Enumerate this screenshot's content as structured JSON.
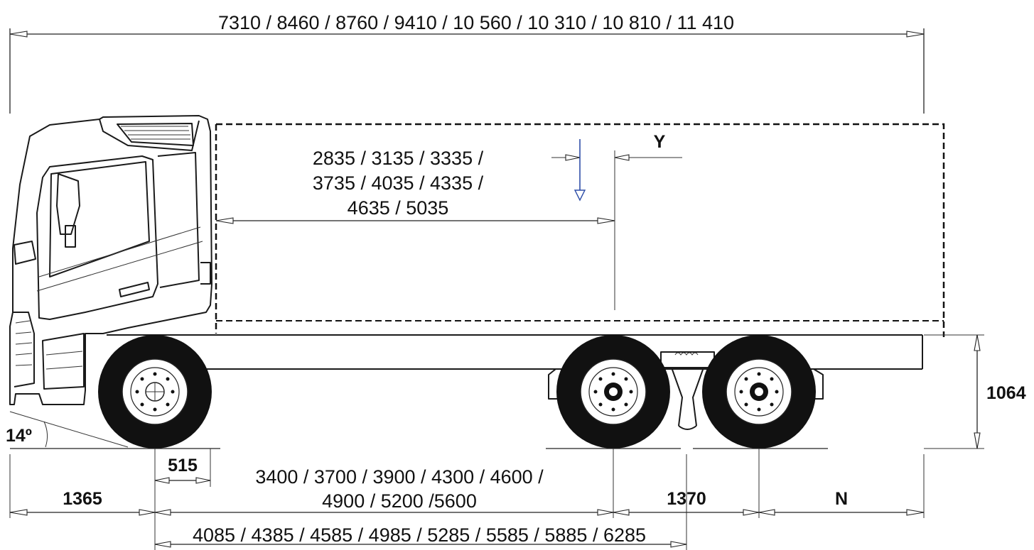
{
  "dimensions": {
    "overall_length": "7310 / 8460 / 8760 / 9410 / 10 560 / 10 310 / 10 810 / 11 410",
    "body_cog_line1": "2835 / 3135 / 3335 /",
    "body_cog_line2": "3735 / 4035 / 4335 /",
    "body_cog_line3": "4635 / 5035",
    "y_label": "Y",
    "frame_height": "1064",
    "approach_angle": "14º",
    "front_axle_offset": "515",
    "wheelbase_line1": "3400 / 3700 / 3900 / 4300 / 4600 /",
    "wheelbase_line2": "4900 / 5200 /5600",
    "front_overhang": "1365",
    "bogie_spacing": "1370",
    "rear_overhang": "N",
    "front_to_bogie_center": "4085 / 4385 / 4585 / 4985 / 5285 / 5585 / 5885 / 6285"
  },
  "colors": {
    "cog_arrow": "#2f4fa8",
    "line": "#222222",
    "tyre": "#111111"
  }
}
